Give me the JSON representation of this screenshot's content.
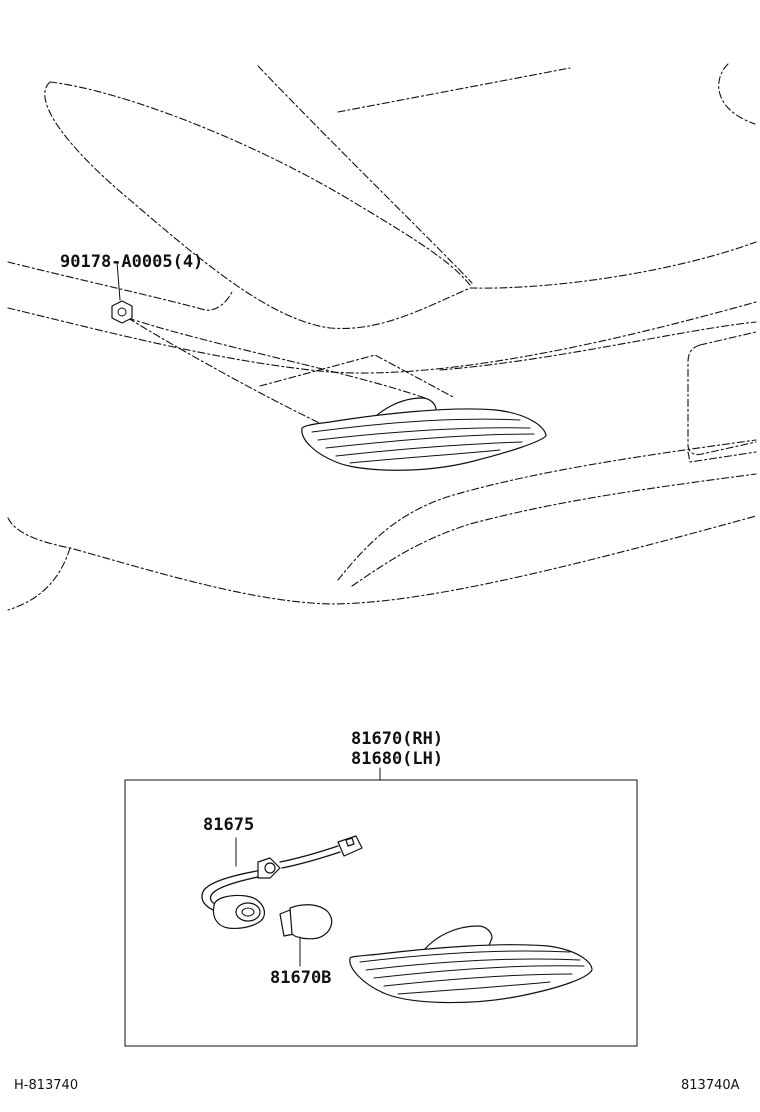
{
  "callouts": {
    "nut": "90178-A0005(4)",
    "lamp_rh": "81670(RH)",
    "lamp_lh": "81680(LH)",
    "socket": "81675",
    "bulb": "81670B"
  },
  "footer": {
    "left_code": "H-813740",
    "right_code": "813740A"
  }
}
